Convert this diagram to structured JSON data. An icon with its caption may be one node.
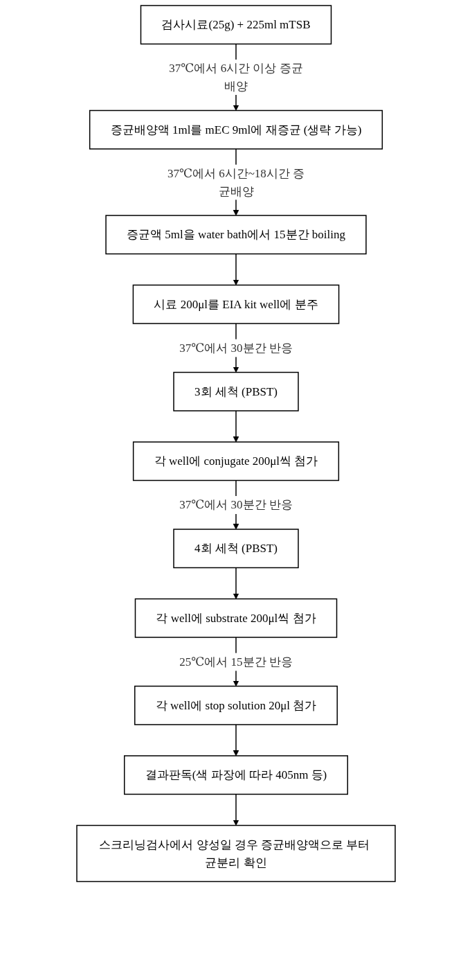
{
  "diagram": {
    "nodes": [
      {
        "text": [
          "검사시료(25g) + 225ml mTSB"
        ]
      },
      {
        "text": [
          "증균배양액 1ml를 mEC 9ml에 재증균 (생략 가능)"
        ]
      },
      {
        "text": [
          "증균액 5ml을 water bath에서 15분간 boiling"
        ]
      },
      {
        "text": [
          "시료 200μl를 EIA kit well에 분주"
        ]
      },
      {
        "text": [
          "3회 세척 (PBST)"
        ]
      },
      {
        "text": [
          "각 well에 conjugate 200μl씩 첨가"
        ]
      },
      {
        "text": [
          "4회 세척 (PBST)"
        ]
      },
      {
        "text": [
          "각 well에 substrate 200μl씩 첨가"
        ]
      },
      {
        "text": [
          "각 well에 stop solution 20μl 첨가"
        ]
      },
      {
        "text": [
          "결과판독(색 파장에 따라 405nm 등)"
        ]
      },
      {
        "text": [
          "스크리닝검사에서 양성일 경우 증균배양액으로 부터 균분리 확인"
        ]
      }
    ],
    "edges": [
      {
        "from": 0,
        "to": 1,
        "arrow": "to",
        "label": "37℃에서 6시간 이상 증균배양"
      },
      {
        "from": 1,
        "to": 2,
        "arrow": "to",
        "label": "37℃에서 6시간~18시간 증균배양"
      },
      {
        "from": 2,
        "to": 3,
        "arrow": "to"
      },
      {
        "from": 3,
        "to": 4,
        "arrow": "to",
        "label": "37℃에서 30분간 반응"
      },
      {
        "from": 4,
        "to": 5,
        "arrow": "to"
      },
      {
        "from": 5,
        "to": 6,
        "arrow": "to",
        "label": "37℃에서 30분간 반응"
      },
      {
        "from": 6,
        "to": 7,
        "arrow": "to"
      },
      {
        "from": 7,
        "to": 8,
        "arrow": "to",
        "label": "25℃에서 15분간 반응"
      },
      {
        "from": 8,
        "to": 9,
        "arrow": "to"
      },
      {
        "from": 9,
        "to": 10,
        "arrow": "to"
      }
    ]
  }
}
